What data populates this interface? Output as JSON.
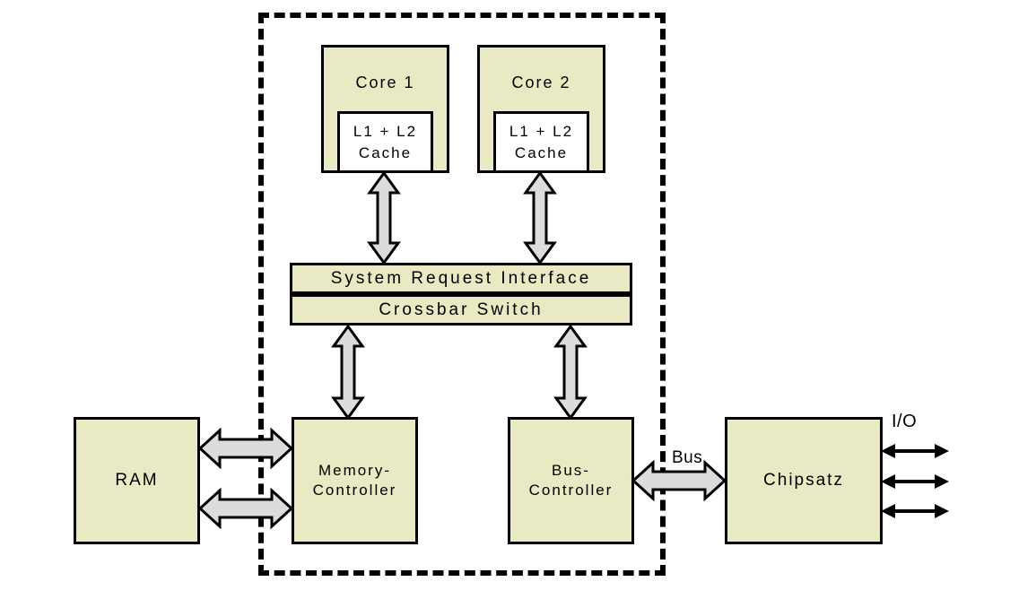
{
  "diagram": {
    "title_region_label": "CPU die boundary (dashed)",
    "fill_color": "#e9e9c4",
    "arrow_fill_color": "#dcdcdc",
    "outline_color": "#000000",
    "background_color": "#ffffff"
  },
  "cores": [
    {
      "label": "Core 1",
      "cache_label": "L1 + L2\nCache"
    },
    {
      "label": "Core 2",
      "cache_label": "L1 + L2\nCache"
    }
  ],
  "bars": [
    {
      "label": "System Request Interface"
    },
    {
      "label": "Crossbar Switch"
    }
  ],
  "blocks": {
    "ram": "RAM",
    "memory_controller": "Memory-\nController",
    "bus_controller": "Bus-\nController",
    "chipset": "Chipsatz"
  },
  "labels": {
    "bus": "Bus",
    "io": "I/O"
  },
  "connections": [
    {
      "name": "core1-to-sri",
      "from": "Core 1",
      "to": "System Request Interface",
      "style": "block-double-arrow",
      "orientation": "vertical"
    },
    {
      "name": "core2-to-sri",
      "from": "Core 2",
      "to": "System Request Interface",
      "style": "block-double-arrow",
      "orientation": "vertical"
    },
    {
      "name": "crossbar-to-memory-controller",
      "from": "Crossbar Switch",
      "to": "Memory-Controller",
      "style": "block-double-arrow",
      "orientation": "vertical"
    },
    {
      "name": "crossbar-to-bus-controller",
      "from": "Crossbar Switch",
      "to": "Bus-Controller",
      "style": "block-double-arrow",
      "orientation": "vertical"
    },
    {
      "name": "ram-to-memory-controller-upper",
      "from": "RAM",
      "to": "Memory-Controller",
      "style": "block-double-arrow",
      "orientation": "horizontal"
    },
    {
      "name": "ram-to-memory-controller-lower",
      "from": "RAM",
      "to": "Memory-Controller",
      "style": "block-double-arrow",
      "orientation": "horizontal"
    },
    {
      "name": "bus-controller-to-chipset",
      "from": "Bus-Controller",
      "to": "Chipsatz",
      "style": "block-double-arrow",
      "orientation": "horizontal",
      "label": "Bus"
    },
    {
      "name": "chipset-io-1",
      "from": "Chipsatz",
      "to": "I/O",
      "style": "line-double-arrow",
      "orientation": "horizontal"
    },
    {
      "name": "chipset-io-2",
      "from": "Chipsatz",
      "to": "I/O",
      "style": "line-double-arrow",
      "orientation": "horizontal"
    },
    {
      "name": "chipset-io-3",
      "from": "Chipsatz",
      "to": "I/O",
      "style": "line-double-arrow",
      "orientation": "horizontal"
    }
  ]
}
